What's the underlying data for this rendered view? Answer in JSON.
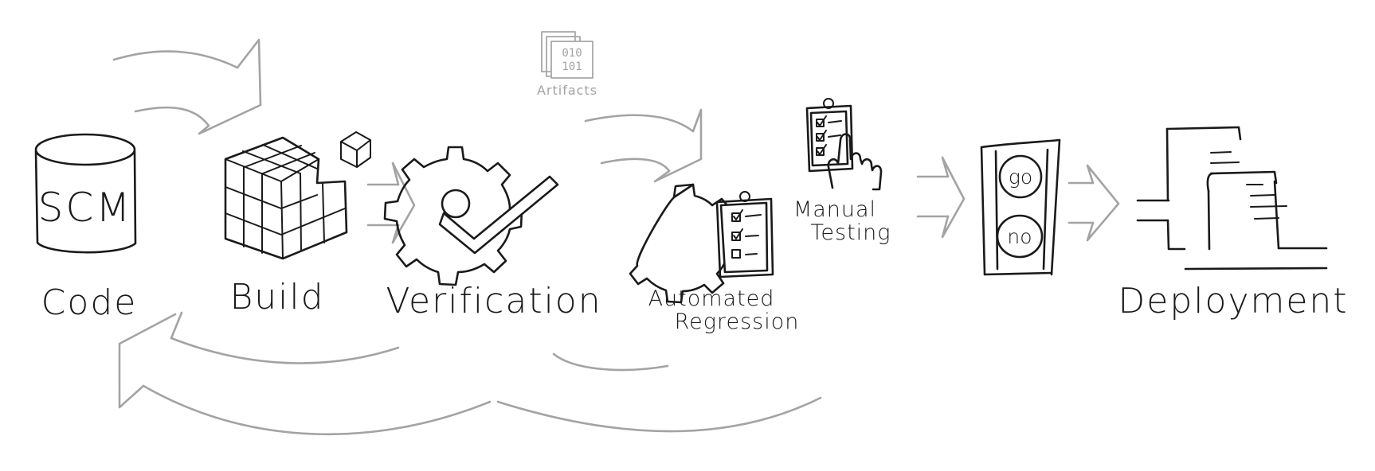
{
  "stages": {
    "code": "Code",
    "build": "Build",
    "verification": "Verification",
    "automated_regression_line1": "Automated",
    "automated_regression_line2": "Regression",
    "manual_testing_line1": "Manual",
    "manual_testing_line2": "Testing",
    "deployment": "Deployment"
  },
  "artifacts": {
    "label": "Artifacts",
    "bits_line1": "010",
    "bits_line2": "101"
  },
  "scm_label": "SCM",
  "gate": {
    "go": "go",
    "no": "no"
  },
  "colors": {
    "ink": "#1a1a1a",
    "flow_arrow": "#a3a3a3",
    "background": "#ffffff"
  }
}
